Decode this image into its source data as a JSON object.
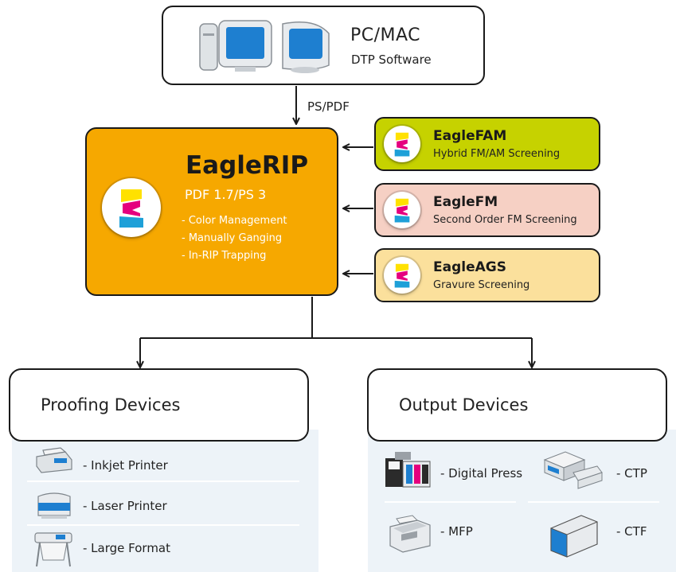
{
  "source": {
    "title": "PC/MAC",
    "subtitle": "DTP Software"
  },
  "connector_label": "PS/PDF",
  "rip": {
    "title": "EagleRIP",
    "subtitle": "PDF 1.7/PS 3",
    "features": [
      "- Color Management",
      "- Manually Ganging",
      "- In-RIP Trapping"
    ]
  },
  "modules": [
    {
      "title": "EagleFAM",
      "subtitle": "Hybrid FM/AM Screening",
      "color": "#c6d200"
    },
    {
      "title": "EagleFM",
      "subtitle": "Second Order FM Screening",
      "color": "#f6d0c4"
    },
    {
      "title": "EagleAGS",
      "subtitle": "Gravure Screening",
      "color": "#fbe09c"
    }
  ],
  "proofing": {
    "title": "Proofing Devices",
    "items": [
      "- Inkjet Printer",
      "- Laser Printer",
      "- Large Format"
    ]
  },
  "output": {
    "title": "Output Devices",
    "items": [
      "- Digital Press",
      "- CTP",
      "- MFP",
      "- CTF"
    ]
  },
  "colors": {
    "rip_orange": "#f6a800",
    "logo_yellow": "#ffe100",
    "logo_magenta": "#e5007e",
    "logo_cyan": "#1ea0d8",
    "panel_bg": "#edf3f8"
  }
}
